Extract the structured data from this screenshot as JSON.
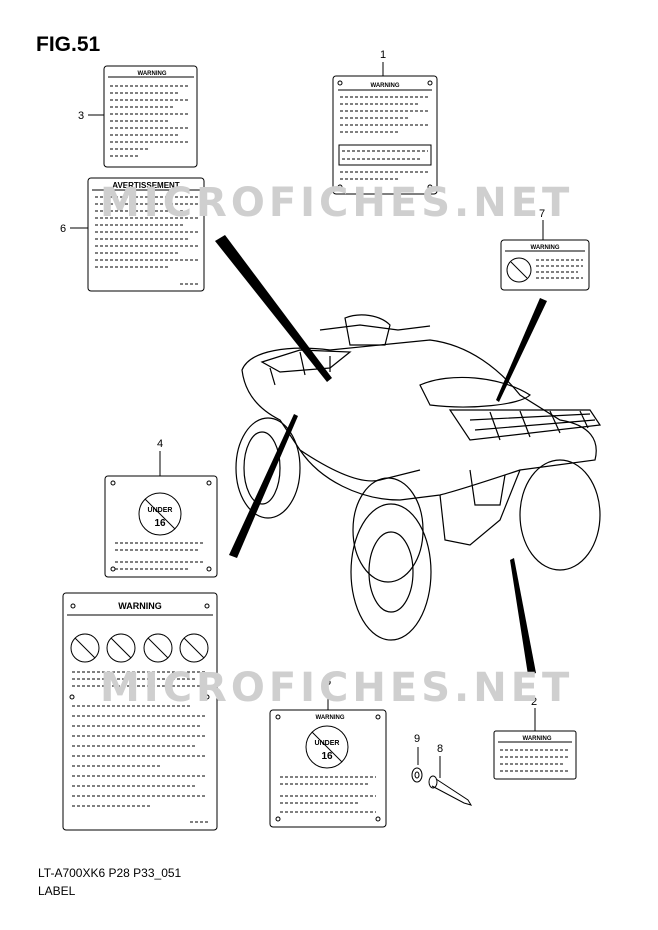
{
  "figure": {
    "title": "FIG.51",
    "model_code": "LT-A700XK6 P28 P33_051",
    "caption": "LABEL"
  },
  "watermark": "MICROFICHES.NET",
  "labels": {
    "warning": "WARNING",
    "avertissement": "AVERTISSEMENT",
    "under_16_line1": "UNDER",
    "under_16_line2": "16"
  },
  "callouts": [
    "1",
    "2",
    "3",
    "4",
    "5",
    "6",
    "7",
    "8",
    "9"
  ],
  "colors": {
    "line": "#000000",
    "watermark": "#cfcfcf",
    "background": "#ffffff"
  }
}
